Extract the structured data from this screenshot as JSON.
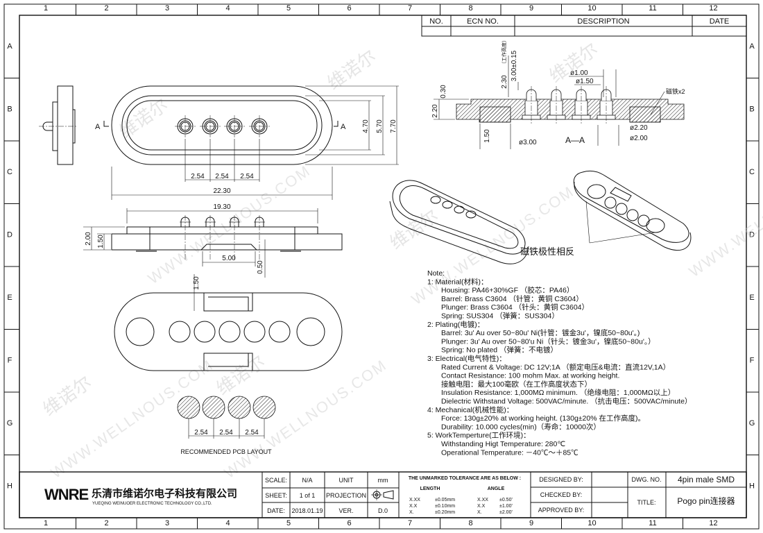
{
  "grid": {
    "columns": [
      "1",
      "2",
      "3",
      "4",
      "5",
      "6",
      "7",
      "8",
      "9",
      "10",
      "11",
      "12"
    ],
    "rows": [
      "A",
      "B",
      "C",
      "D",
      "E",
      "F",
      "G",
      "H"
    ]
  },
  "revision_table": {
    "headers": [
      "NO.",
      "ECN NO.",
      "DESCRIPTION",
      "DATE"
    ]
  },
  "views": {
    "section_label_left": "A",
    "section_label_right": "A",
    "section_title": "A—A",
    "top_dims": {
      "pitch": [
        "2.54",
        "2.54",
        "2.54"
      ],
      "length": "22.30",
      "h1": "4.70",
      "h2": "5.70",
      "h3": "7.70"
    },
    "front_dims": {
      "length": "19.30",
      "h_total": "2.00",
      "h_base": "1.50",
      "recess": "5.00",
      "recess_depth": "0.50"
    },
    "bottom_dims": {
      "notch": "1.50"
    },
    "pcb_dims": {
      "pitch": [
        "2.54",
        "2.54",
        "2.54"
      ],
      "label": "RECOMMENDED PCB LAYOUT"
    },
    "section_dims": {
      "d_top": "0.30",
      "h": "2.20",
      "h_pin": "2.30",
      "work": "3.00±0.15",
      "work_note": "（工作高度）",
      "phi1": "ø1.00",
      "phi2": "ø1.50",
      "magnet": "磁铁x2",
      "mag_depth": "1.50",
      "phi3": "ø3.00",
      "phi4": "ø2.20",
      "phi5": "ø2.00"
    },
    "polarity_note": "磁铁极性相反"
  },
  "notes": {
    "title": "Note:",
    "sections": [
      {
        "head": "1:  Material(材料)：",
        "lines": [
          "Housing: PA46+30%GF （胶芯：PA46）",
          "Barrel: Brass C3604 （针管：黄铜 C3604）",
          "Plunger: Brass C3604  （针头：黄铜 C3604）",
          "Spring: SUS304  （弹簧：SUS304）"
        ]
      },
      {
        "head": "2:  Plating(电镀)：",
        "lines": [
          "Barrel: 3u' Au over 50~80u' Ni(针管：镀金3u'，镍底50~80u'。)",
          "Plunger: 3u' Au over 50~80'u Ni（针头：镀金3u'，镍底50~80u'。）",
          "Spring: No plated （弹簧：不电镀）"
        ]
      },
      {
        "head": "3:  Electrical(电气特性)：",
        "lines": [
          "Rated Current & Voltage: DC 12V;1A （额定电压&电流：直流12V,1A）",
          "Contact Resistance: 100 mohm Max. at working height.",
          "接触电阻：最大100毫欧（在工作高度状态下）",
          "Insulation Resistance: 1,000MΩ minimum. （绝缘电阻：1,000MΩ以上）",
          "Dielectric Withstand Voltage: 500VAC/minute. （抗击电压：500VAC/minute）"
        ]
      },
      {
        "head": "4:  Mechanical(机械性能)：",
        "lines": [
          "Force: 130g±20% at working height. (130g±20% 在工作高度)。",
          "Durability: 10.000 cycles(min)（寿命：10000次）"
        ]
      },
      {
        "head": "5:  WorkTemperture(工作环境)：",
        "lines": [
          "Withstanding Higt Temperature: 280℃",
          "Operational Temperature: －40℃～＋85℃"
        ]
      }
    ]
  },
  "title_block": {
    "logo": "WNRE",
    "company_cn": "乐清市维诺尔电子科技有限公司",
    "company_en": "YUEQING WEINUOER ELECTRONIC TECHNOLOGY CO.,LTD.",
    "scale_label": "SCALE:",
    "scale": "N/A",
    "unit_label": "UNIT",
    "unit": "mm",
    "sheet_label": "SHEET:",
    "sheet": "1  of  1",
    "projection_label": "PROJECTION",
    "date_label": "DATE:",
    "date": "2018.01.19",
    "ver_label": "VER.",
    "ver": "D.0",
    "tolerance_title": "THE UNMARKED TOLERANCE ARE AS BELOW :",
    "length_label": "LENGTH",
    "angle_label": "ANGLE",
    "length_tol": [
      [
        "X.XX",
        "±0.05mm"
      ],
      [
        "X.X",
        "±0.10mm"
      ],
      [
        "X.",
        "±0.20mm"
      ]
    ],
    "angle_tol": [
      [
        "X.XX",
        "±0.50'"
      ],
      [
        "X.X",
        "±1.00'"
      ],
      [
        "X.",
        "±2.00'"
      ]
    ],
    "designed_by": "DESIGNED  BY:",
    "checked_by": "CHECKED  BY:",
    "approved_by": "APPROVED  BY:",
    "dwg_no_label": "DWG.  NO.",
    "dwg_no": "4pin male SMD",
    "title_label": "TITLE:",
    "title": "Pogo  pin连接器"
  },
  "watermark": {
    "cn": "维诺尔",
    "en": "WWW.WELLNOUS.COM"
  }
}
